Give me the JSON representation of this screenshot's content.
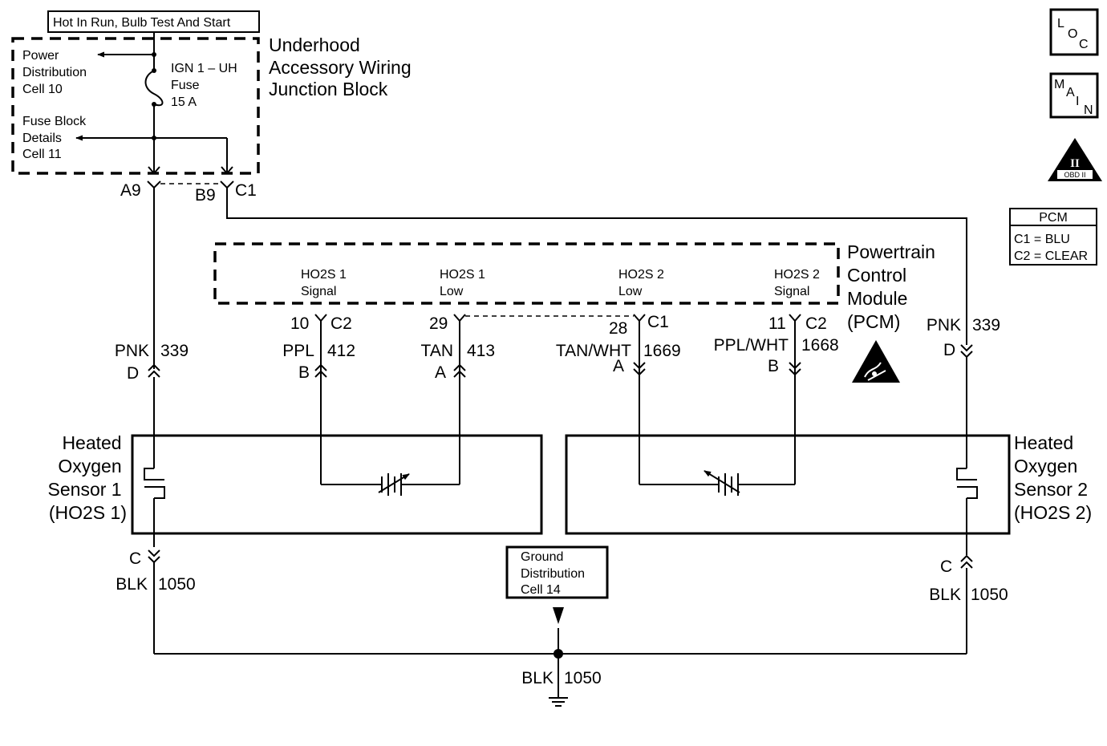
{
  "power_source": "Hot In Run, Bulb Test And Start",
  "junction_block": {
    "name": [
      "Underhood",
      "Accessory Wiring",
      "Junction Block"
    ],
    "power_distribution_ref": [
      "Power",
      "Distribution",
      "Cell 10"
    ],
    "fuse_block_ref": [
      "Fuse Block",
      "Details",
      "Cell 11"
    ],
    "fuse": [
      "IGN 1 – UH",
      "Fuse",
      "15 A"
    ],
    "terminal_a": "A9",
    "terminal_b": "B9",
    "connector_b": "C1"
  },
  "pcm": {
    "name": [
      "Powertrain",
      "Control",
      "Module",
      "(PCM)"
    ],
    "pins": [
      {
        "label": [
          "HO2S 1",
          "Signal"
        ],
        "pin": "10",
        "connector": "C2",
        "color": "PPL",
        "circuit": "412",
        "sensor_terminal": "B"
      },
      {
        "label": [
          "HO2S 1",
          "Low"
        ],
        "pin": "29",
        "connector": "",
        "color": "TAN",
        "circuit": "413",
        "sensor_terminal": "A"
      },
      {
        "label": [
          "HO2S 2",
          "Low"
        ],
        "pin": "28",
        "connector": "C1",
        "color": "TAN/WHT",
        "circuit": "1669",
        "sensor_terminal": "A"
      },
      {
        "label": [
          "HO2S 2",
          "Signal"
        ],
        "pin": "11",
        "connector": "C2",
        "color": "PPL/WHT",
        "circuit": "1668",
        "sensor_terminal": "B"
      }
    ]
  },
  "legend": {
    "title": "PCM",
    "rows": [
      "C1 = BLU",
      "C2 = CLEAR"
    ]
  },
  "icons": {
    "loc": [
      "L",
      "O",
      "C"
    ],
    "main": [
      "M",
      "A",
      "I",
      "N"
    ],
    "obd_numeral": "II",
    "obd_label": "OBD II"
  },
  "sensor1": {
    "name": [
      "Heated",
      "Oxygen",
      "Sensor 1",
      "(HO2S 1)"
    ],
    "feed_color": "PNK",
    "feed_circuit": "339",
    "feed_terminal": "D",
    "ground_terminal": "C",
    "ground_color": "BLK",
    "ground_circuit": "1050"
  },
  "sensor2": {
    "name": [
      "Heated",
      "Oxygen",
      "Sensor 2",
      "(HO2S 2)"
    ],
    "feed_color": "PNK",
    "feed_circuit": "339",
    "feed_terminal": "D",
    "ground_terminal": "C",
    "ground_color": "BLK",
    "ground_circuit": "1050"
  },
  "ground_ref": [
    "Ground",
    "Distribution",
    "Cell 14"
  ],
  "ground": {
    "color": "BLK",
    "circuit": "1050"
  }
}
